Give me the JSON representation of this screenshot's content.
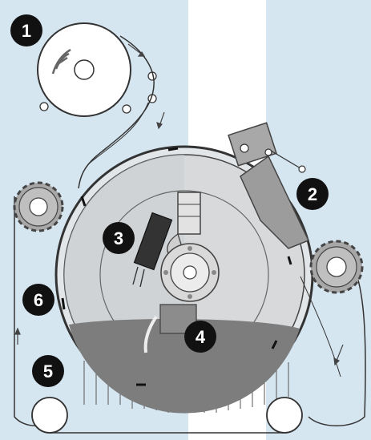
{
  "colors": {
    "panel_tint": "#d6e6f1",
    "panel_light": "#ffffff",
    "line": "#444444",
    "drum_fill": "#d8d9da",
    "drum_dark": "#9c9c9c",
    "liquid": "#7d7d7d",
    "badge_fill": "#111111",
    "badge_text": "#ffffff",
    "gear_fill": "#a7a7a7"
  },
  "icons": [
    "gear-icon",
    "roller-icon",
    "arrow-icon"
  ],
  "markers": [
    {
      "id": "1",
      "label": "1"
    },
    {
      "id": "2",
      "label": "2"
    },
    {
      "id": "3",
      "label": "3"
    },
    {
      "id": "4",
      "label": "4"
    },
    {
      "id": "5",
      "label": "5"
    },
    {
      "id": "6",
      "label": "6"
    }
  ]
}
